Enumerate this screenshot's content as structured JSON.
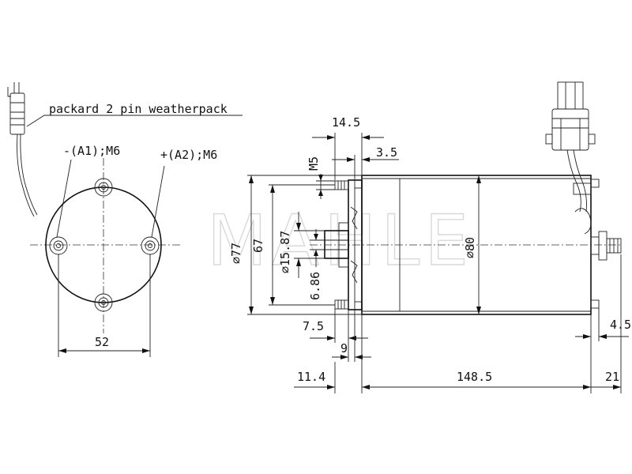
{
  "watermark": "MAHLE",
  "labels": {
    "connector": "packard 2 pin weatherpack",
    "terminal_neg": "-(A1);M6",
    "terminal_pos": "+(A2);M6",
    "thread": "M5"
  },
  "dimensions": {
    "end_width": "52",
    "top_flange": "14.5",
    "top_step": "3.5",
    "dia_outer_flange": "⌀77",
    "dia_bolt": "67",
    "dia_shaft": "⌀15.87",
    "key_width": "6.86",
    "dia_body": "⌀80",
    "flange_7_5": "7.5",
    "flange_9": "9",
    "left_11_4": "11.4",
    "body_length": "148.5",
    "rear_21": "21",
    "rear_4_5": "4.5"
  }
}
